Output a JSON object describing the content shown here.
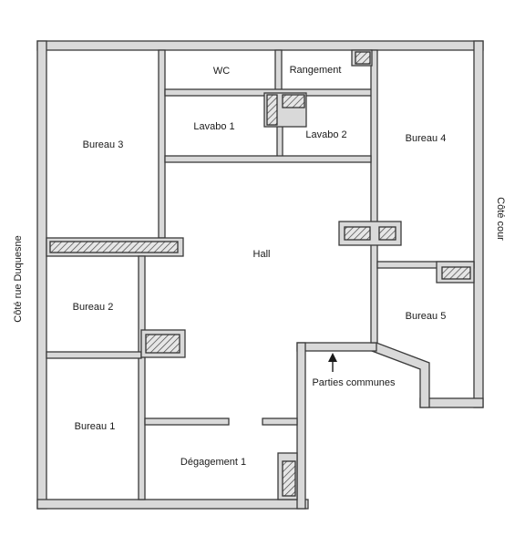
{
  "rooms": {
    "wc": "WC",
    "rangement": "Rangement",
    "lavabo1": "Lavabo 1",
    "lavabo2": "Lavabo 2",
    "bureau3": "Bureau 3",
    "bureau4": "Bureau 4",
    "hall": "Hall",
    "bureau2": "Bureau 2",
    "bureau5": "Bureau 5",
    "bureau1": "Bureau 1",
    "degagement1": "Dégagement 1"
  },
  "annotations": {
    "parties_communes": "Parties communes",
    "cote_rue": "Côté rue Duquesne",
    "cote_cour": "Côté cour"
  }
}
